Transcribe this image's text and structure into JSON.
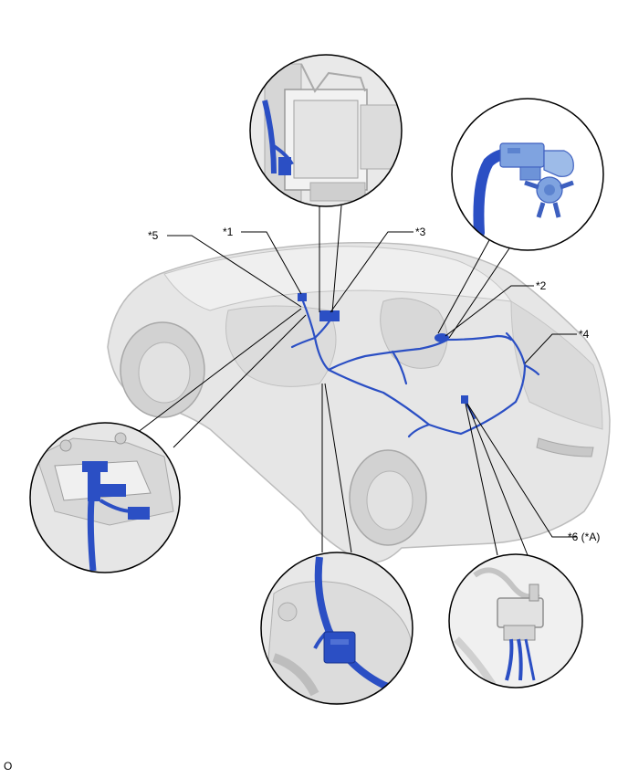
{
  "callouts": {
    "c1": "*1",
    "c2": "*2",
    "c3": "*3",
    "c4": "*4",
    "c5": "*5",
    "c6": "*6 (*A)"
  },
  "footer": {
    "id": "O"
  },
  "colors": {
    "harness_blue": "#2b4fc4",
    "car_body": "#e4e4e4",
    "car_outline": "#b8b8b8",
    "leader_line": "#000000"
  }
}
